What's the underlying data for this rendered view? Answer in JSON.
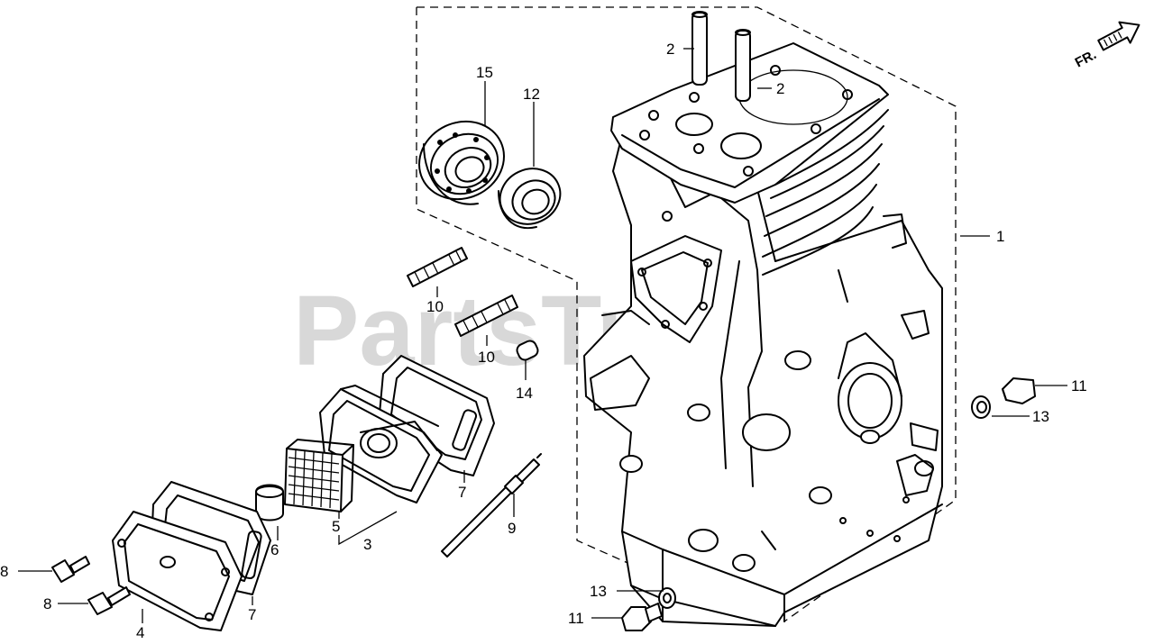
{
  "watermark": "PartsTree",
  "direction_marker": {
    "label": "FR.",
    "icon": "arrow-right-icon"
  },
  "parts": [
    {
      "id": "1",
      "label": "1"
    },
    {
      "id": "2a",
      "label": "2"
    },
    {
      "id": "2b",
      "label": "2"
    },
    {
      "id": "3",
      "label": "3"
    },
    {
      "id": "4",
      "label": "4"
    },
    {
      "id": "5",
      "label": "5"
    },
    {
      "id": "6",
      "label": "6"
    },
    {
      "id": "7a",
      "label": "7"
    },
    {
      "id": "7b",
      "label": "7"
    },
    {
      "id": "8a",
      "label": "8"
    },
    {
      "id": "8b",
      "label": "8"
    },
    {
      "id": "9",
      "label": "9"
    },
    {
      "id": "10a",
      "label": "10"
    },
    {
      "id": "10b",
      "label": "10"
    },
    {
      "id": "11a",
      "label": "11"
    },
    {
      "id": "11b",
      "label": "11"
    },
    {
      "id": "12",
      "label": "12"
    },
    {
      "id": "13a",
      "label": "13"
    },
    {
      "id": "13b",
      "label": "13"
    },
    {
      "id": "14",
      "label": "14"
    },
    {
      "id": "15",
      "label": "15"
    }
  ]
}
